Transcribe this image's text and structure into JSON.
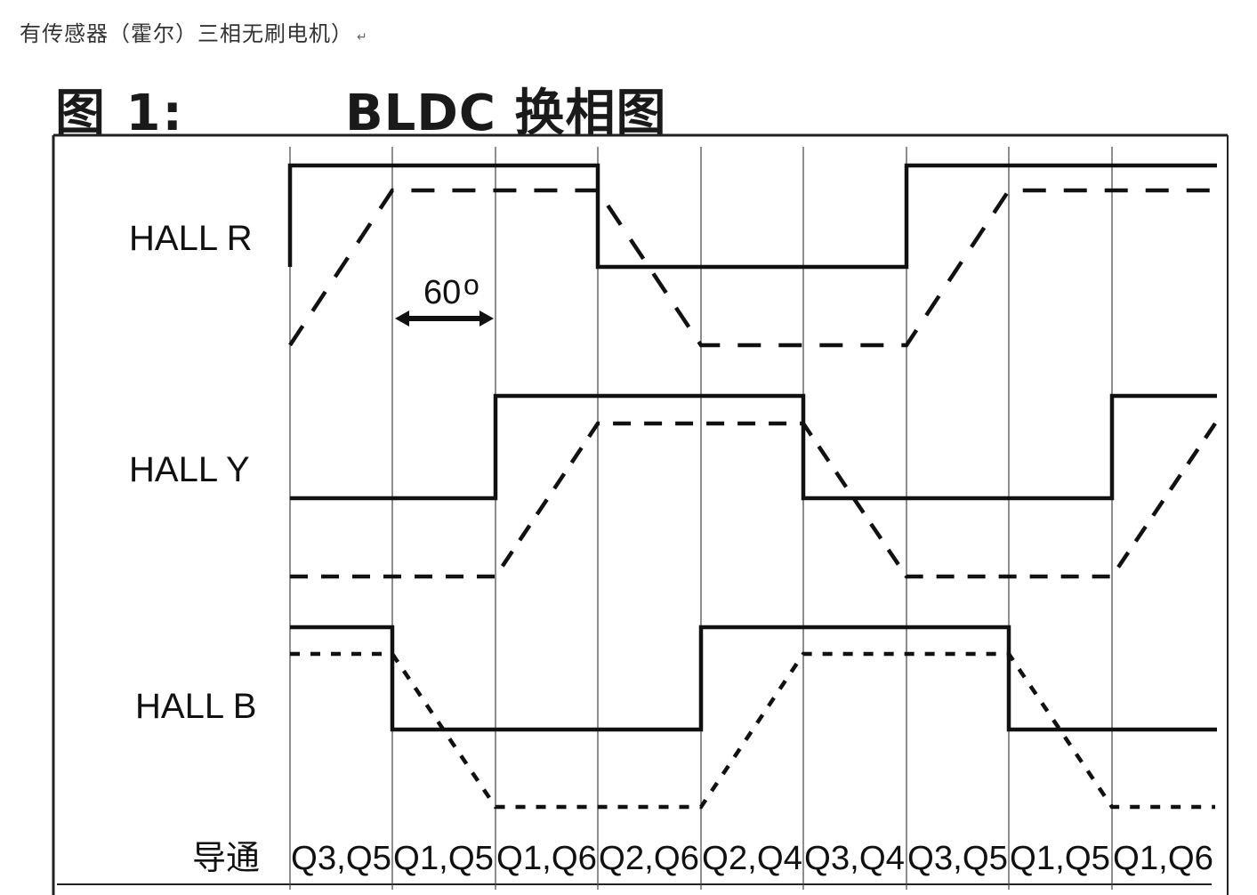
{
  "heading": {
    "text": "有传感器（霍尔）三相无刷电机）",
    "paragraph_mark": "↵"
  },
  "figure": {
    "number_label": "图 1:",
    "title": "BLDC 换相图"
  },
  "signals": [
    {
      "name": "HALL R",
      "levels": [
        1,
        1,
        1,
        0,
        0,
        0,
        1,
        1,
        1
      ]
    },
    {
      "name": "HALL Y",
      "levels": [
        0,
        0,
        1,
        1,
        1,
        0,
        0,
        0,
        1
      ]
    },
    {
      "name": "HALL B",
      "levels": [
        1,
        0,
        0,
        0,
        1,
        1,
        1,
        0,
        0
      ]
    }
  ],
  "angle_annotation": {
    "value": "60",
    "superscript": "o"
  },
  "conduction": {
    "label": "导通",
    "steps": [
      "Q3,Q5",
      "Q1,Q5",
      "Q1,Q6",
      "Q2,Q6",
      "Q2,Q4",
      "Q3,Q4",
      "Q3,Q5",
      "Q1,Q5",
      "Q1,Q6"
    ]
  },
  "colors": {
    "line": "#111111",
    "grid": "#444444",
    "frame": "#222222"
  }
}
